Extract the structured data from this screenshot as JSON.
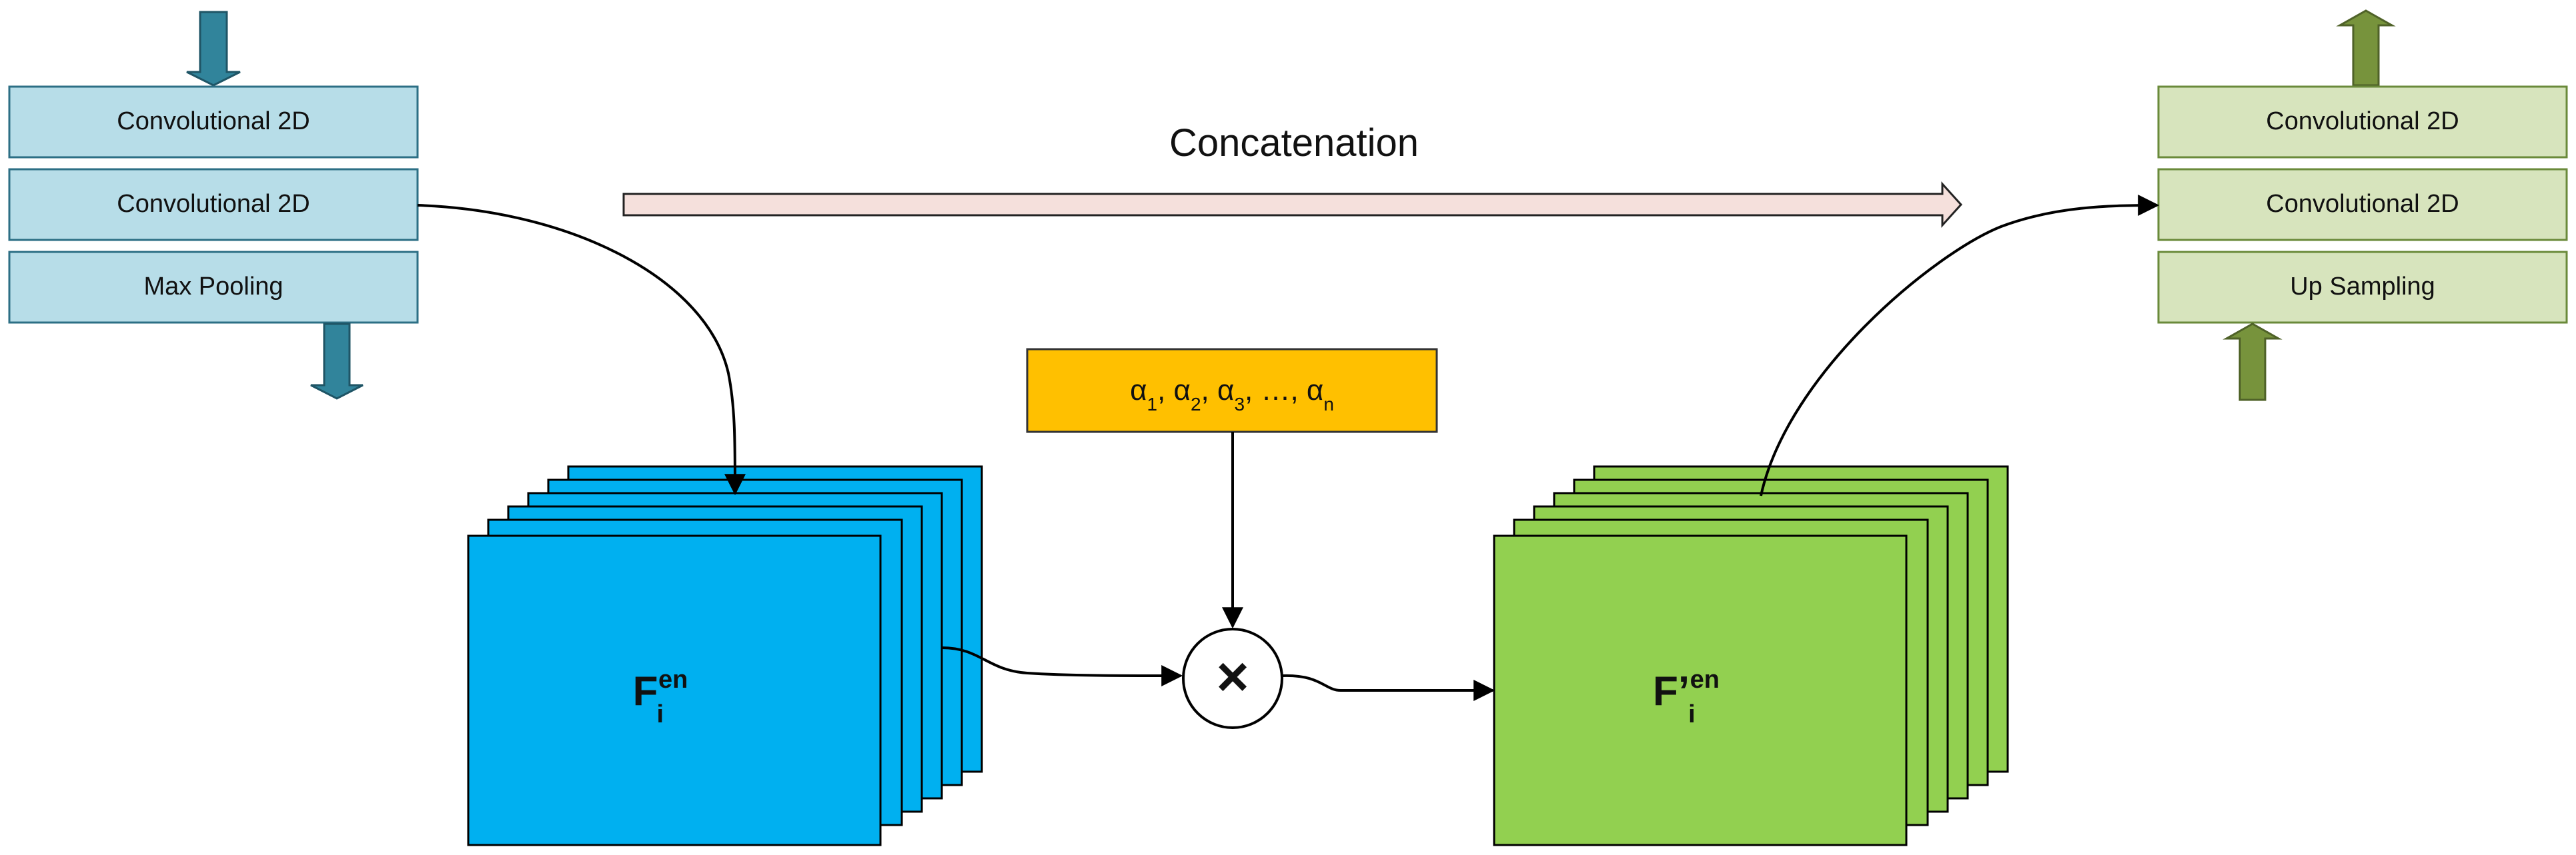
{
  "colors": {
    "encoder_block_fill": "#b7dde8",
    "encoder_block_stroke": "#2c6f85",
    "encoder_arrow": "#31849b",
    "decoder_block_fill": "#d7e4bd",
    "decoder_block_stroke": "#6a8a3a",
    "decoder_arrow": "#77933c",
    "concat_arrow_fill": "#f5e0dc",
    "alpha_box_fill": "#ffc000",
    "encoder_feature_fill": "#00b0f0",
    "decoder_feature_fill": "#92d050",
    "line": "#000000"
  },
  "encoder": {
    "blocks": [
      "Convolutional 2D",
      "Convolutional 2D",
      "Max Pooling"
    ]
  },
  "decoder": {
    "blocks": [
      "Convolutional 2D",
      "Convolutional 2D",
      "Up Sampling"
    ]
  },
  "concatenation": {
    "label": "Concatenation"
  },
  "alpha": {
    "symbol": "α",
    "subscripts": [
      "1",
      "2",
      "3",
      "n"
    ],
    "ellipsis": "…"
  },
  "multiply": {
    "symbol": "×"
  },
  "feature_in": {
    "base": "F",
    "subscript": "i",
    "superscript": "en"
  },
  "feature_out": {
    "base": "F’",
    "subscript": "i",
    "superscript": "en"
  }
}
